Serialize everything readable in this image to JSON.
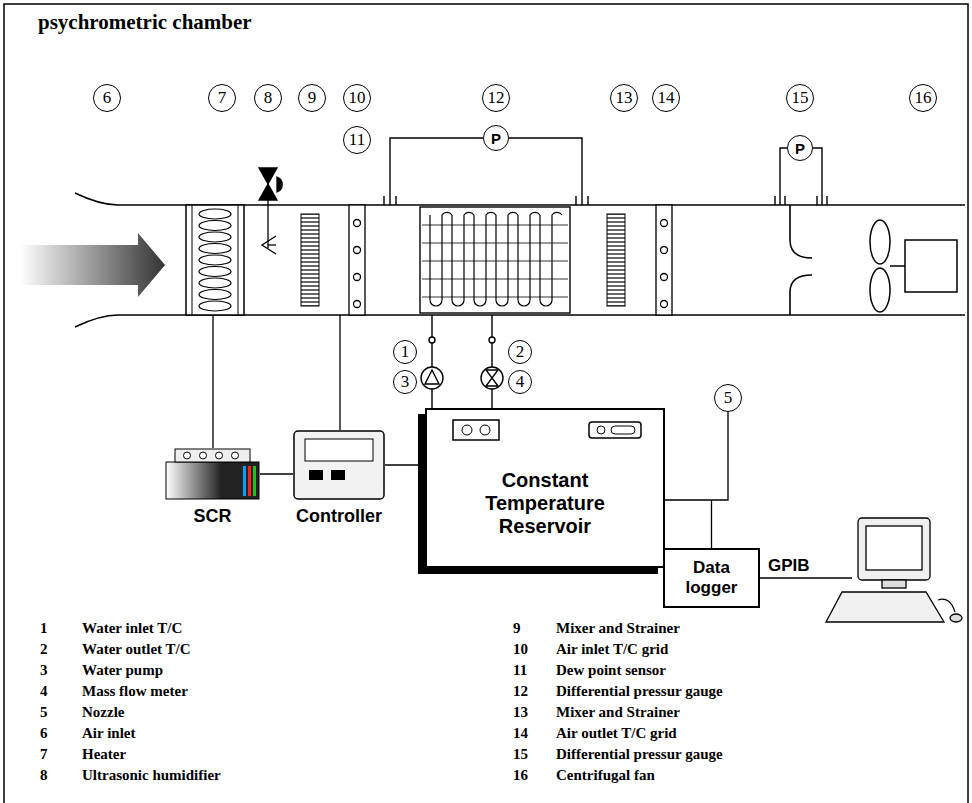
{
  "diagram": {
    "title": "psychrometric chamber",
    "nodes": [
      {
        "text": [
          "6"
        ]
      },
      {
        "text": [
          "7"
        ]
      },
      {
        "text": [
          "8"
        ]
      },
      {
        "text": [
          "9"
        ]
      },
      {
        "text": [
          "10"
        ]
      },
      {
        "text": [
          "11"
        ]
      },
      {
        "text": [
          "12"
        ]
      },
      {
        "text": [
          "13"
        ]
      },
      {
        "text": [
          "14"
        ]
      },
      {
        "text": [
          "15"
        ]
      },
      {
        "text": [
          "16"
        ]
      },
      {
        "text": [
          "P"
        ]
      },
      {
        "text": [
          "P"
        ]
      },
      {
        "text": [
          "1"
        ]
      },
      {
        "text": [
          "2"
        ]
      },
      {
        "text": [
          "3"
        ]
      },
      {
        "text": [
          "4"
        ]
      },
      {
        "text": [
          "5"
        ]
      },
      {
        "text": [
          "SCR"
        ]
      },
      {
        "text": [
          "Controller"
        ]
      },
      {
        "text": [
          "Constant Temperature Reservoir"
        ]
      },
      {
        "text": [
          "Data logger"
        ]
      }
    ],
    "edges": [
      {
        "from": 18,
        "to": 19,
        "arrow": "none"
      },
      {
        "from": 19,
        "to": 20,
        "arrow": "none"
      },
      {
        "from": 21,
        "to": 17,
        "arrow": "none"
      }
    ],
    "labels": [
      "GPIB",
      "1",
      "Water inlet T/C",
      "2",
      "Water outlet T/C",
      "3",
      "Water pump",
      "4",
      "Mass flow meter",
      "5",
      "Nozzle",
      "6",
      "Air inlet",
      "7",
      "Heater",
      "8",
      "Ultrasonic humidifier",
      "9",
      "Mixer and Strainer",
      "10",
      "Air inlet T/C grid",
      "11",
      "Dew point sensor",
      "12",
      "Differential pressur gauge",
      "13",
      "Mixer and Strainer",
      "14",
      "Air outlet T/C grid",
      "15",
      "Differential pressur gauge",
      "16",
      "Centrifugal fan"
    ]
  }
}
